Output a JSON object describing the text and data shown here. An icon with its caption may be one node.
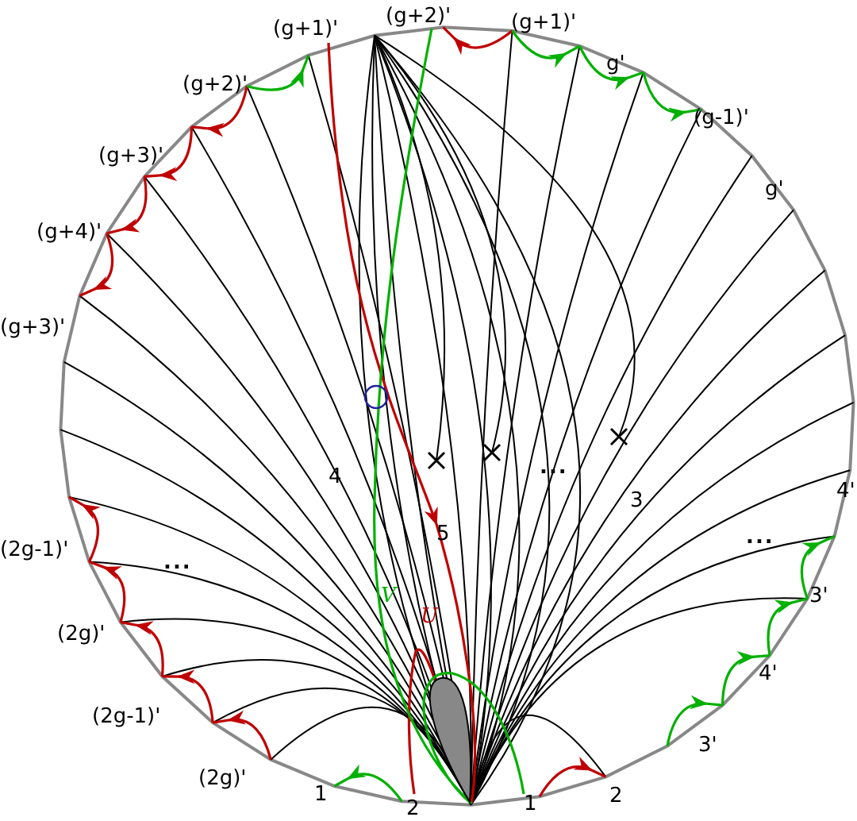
{
  "diagram": {
    "labels": [
      "(g+2)'",
      "(g+1)'",
      "(g+1)'",
      "g'",
      "(g+2)'",
      "(g-1)'",
      "(g+3)'",
      "g'",
      "(g+4)'",
      "(g+3)'",
      "4",
      "...",
      "3",
      "4'",
      "5",
      "(2g-1)'",
      "...",
      "...",
      "3'",
      "V",
      "U",
      "(2g)'",
      "4'",
      "(2g-1)'",
      "3'",
      "(2g)'",
      "2",
      "1",
      "1",
      "2"
    ]
  }
}
